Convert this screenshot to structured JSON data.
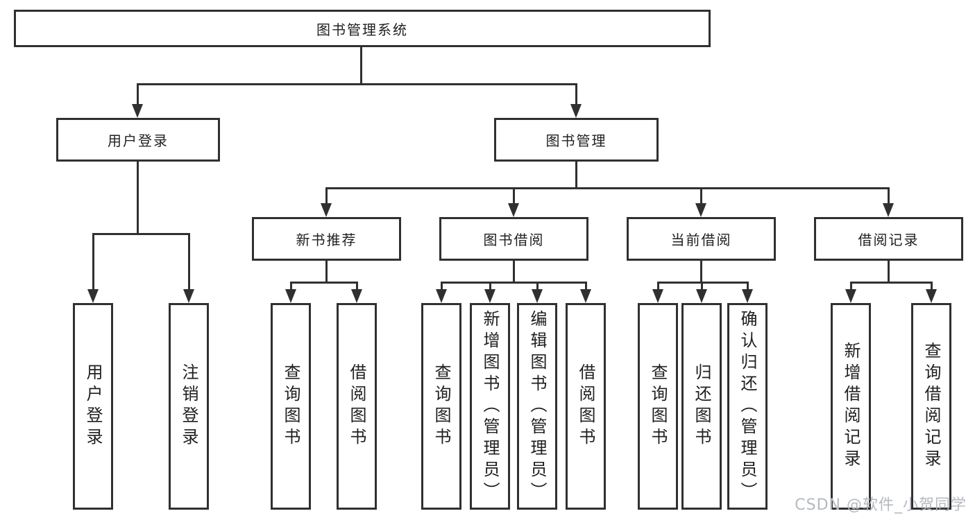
{
  "nodes": {
    "root": "图书管理系统",
    "level1": [
      "用户登录",
      "图书管理"
    ],
    "level2": [
      "新书推荐",
      "图书借阅",
      "当前借阅",
      "借阅记录"
    ],
    "leaves": [
      "用户登录",
      "注销登录",
      "查询图书",
      "借阅图书",
      "查询图书",
      "新增图书（管理员）",
      "编辑图书（管理员）",
      "借阅图书",
      "查询图书",
      "归还图书",
      "确认归还（管理员）",
      "新增借阅记录",
      "查询借阅记录"
    ]
  },
  "watermark": "CSDN @软件_小贺同学",
  "colors": {
    "line": "#303030",
    "text": "#1f1f1f",
    "watermark": "#b5b9be",
    "background": "#ffffff"
  }
}
